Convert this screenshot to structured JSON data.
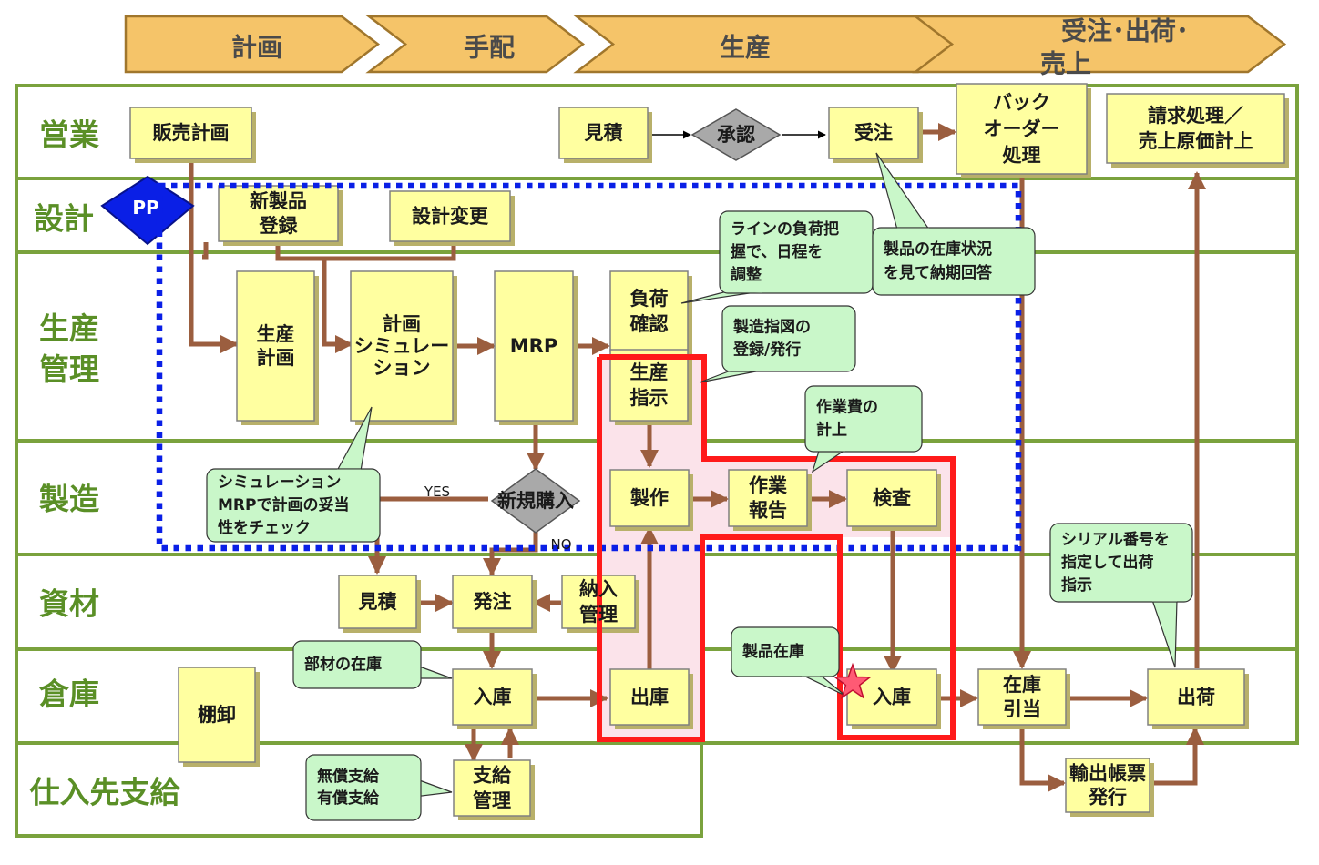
{
  "colors": {
    "lane_border": "#7aa23d",
    "stage_fill": "#f5c469",
    "stage_stroke": "#a0762c",
    "box_fill": "#ffffa0",
    "box_stroke": "#808080",
    "box_shadow": "#b8b06a",
    "arrow": "#9b5e3f",
    "callout_fill": "#c9f7c9",
    "pp_blue": "#0a1fe6",
    "red": "#ff1a1a",
    "pink_zone": "#fbe3ea"
  },
  "stages": [
    "計画",
    "手配",
    "生産",
    "受注･出荷･売上"
  ],
  "lanes": [
    "営業",
    "設計",
    "生産管理",
    "製造",
    "資材",
    "倉庫",
    "仕入先支給"
  ],
  "pp_label": "PP",
  "boxes": {
    "sales_plan": [
      "販売計画"
    ],
    "estimate_sales": [
      "見積"
    ],
    "order": [
      "受注"
    ],
    "backorder": [
      "バック",
      "オーダー",
      "処理"
    ],
    "billing": [
      "請求処理／",
      "売上原価計上"
    ],
    "new_product": [
      "新製品",
      "登録"
    ],
    "design_change": [
      "設計変更"
    ],
    "production_plan": [
      "生産",
      "計画"
    ],
    "plan_simulation": [
      "計画",
      "シミュレー",
      "ション"
    ],
    "mrp": [
      "MRP"
    ],
    "load_check": [
      "負荷",
      "確認"
    ],
    "production_order": [
      "生産",
      "指示"
    ],
    "manufacture": [
      "製作"
    ],
    "work_report": [
      "作業",
      "報告"
    ],
    "inspection": [
      "検査"
    ],
    "estimate_material": [
      "見積"
    ],
    "purchase_order": [
      "発注"
    ],
    "delivery_mgmt": [
      "納入",
      "管理"
    ],
    "inventory_count": [
      "棚卸"
    ],
    "receipt_parts": [
      "入庫"
    ],
    "issue": [
      "出庫"
    ],
    "receipt_product": [
      "入庫"
    ],
    "allocation": [
      "在庫",
      "引当"
    ],
    "shipping": [
      "出荷"
    ],
    "supply_mgmt": [
      "支給",
      "管理"
    ],
    "export_docs": [
      "輸出帳票",
      "発行"
    ]
  },
  "diamonds": {
    "approval": "承認",
    "new_purchase": "新規購入"
  },
  "flow_labels": {
    "yes": "YES",
    "no": "NO"
  },
  "callouts": {
    "load_callout": [
      "ラインの負荷把",
      "握で、日程を",
      "調整"
    ],
    "stock_callout": [
      "製品の在庫状況",
      "を見て納期回答"
    ],
    "order_callout": [
      "製造指図の",
      "登録/発行"
    ],
    "cost_callout": [
      "作業費の",
      "計上"
    ],
    "sim_callout": [
      "シミュレーション",
      "MRPで計画の妥当",
      "性をチェック"
    ],
    "serial_callout": [
      "シリアル番号を",
      "指定して出荷",
      "指示"
    ],
    "parts_stock_callout": [
      "部材の在庫"
    ],
    "product_stock_callout": [
      "製品在庫"
    ],
    "supply_callout": [
      "無償支給",
      "有償支給"
    ]
  }
}
